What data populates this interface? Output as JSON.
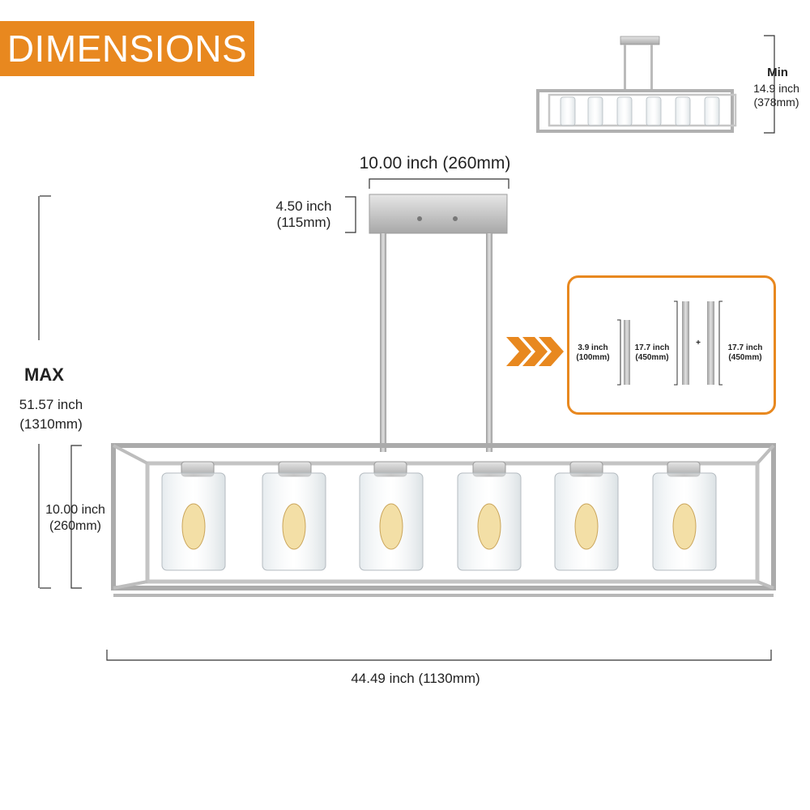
{
  "banner": {
    "title": "DIMENSIONS"
  },
  "min_height": {
    "title": "Min",
    "inch": "14.9 inch",
    "mm": "(378mm)"
  },
  "canopy_width": {
    "text": "10.00 inch (260mm)"
  },
  "canopy_height": {
    "inch": "4.50 inch",
    "mm": "(115mm)"
  },
  "max_height": {
    "title": "MAX",
    "inch": "51.57 inch",
    "mm": "(1310mm)"
  },
  "fixture_height": {
    "inch": "10.00 inch",
    "mm": "(260mm)"
  },
  "fixture_length": {
    "text": "44.49 inch (1130mm)"
  },
  "rods": [
    {
      "inch": "3.9 inch",
      "mm": "(100mm)"
    },
    {
      "inch": "17.7 inch",
      "mm": "(450mm)"
    },
    {
      "inch": "17.7 inch",
      "mm": "(450mm)"
    }
  ],
  "rods_plus": "+",
  "colors": {
    "accent": "#e8881f",
    "metal": "#b8b8b8",
    "line": "#333333"
  }
}
